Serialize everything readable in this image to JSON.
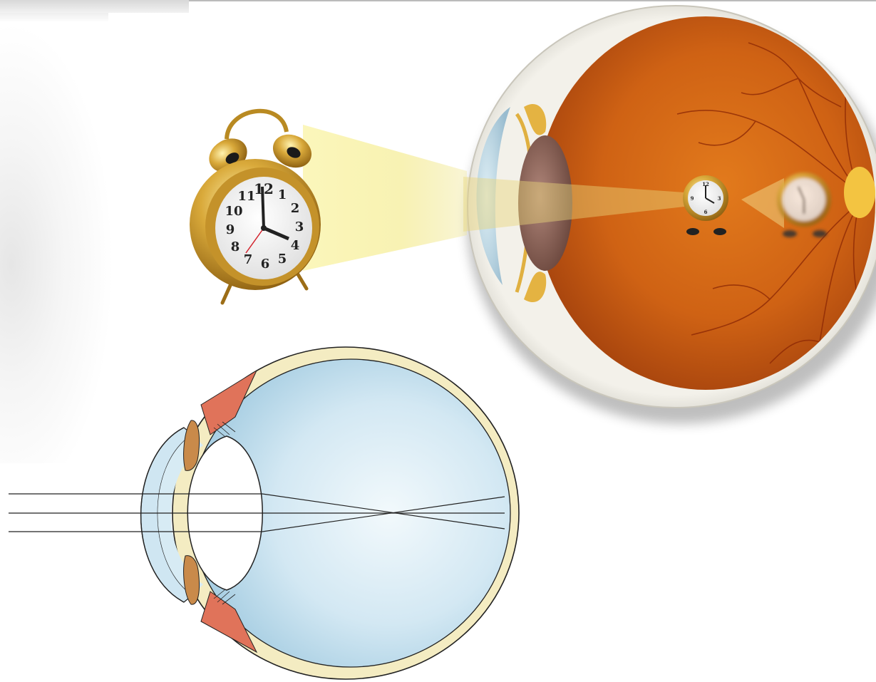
{
  "clock": {
    "numerals": [
      "12",
      "1",
      "2",
      "3",
      "4",
      "5",
      "6",
      "7",
      "8",
      "9",
      "10",
      "11"
    ],
    "small_numerals": [
      "12",
      "3",
      "6",
      "9"
    ]
  },
  "colors": {
    "light_beam": "#f6ef9a",
    "retina": "#c75a12",
    "vitreous": "#cfe6f2",
    "sclera": "#f4ecc2",
    "muscle": "#e0735a",
    "iris": "#c98a4a",
    "ray_line": "#222222"
  }
}
